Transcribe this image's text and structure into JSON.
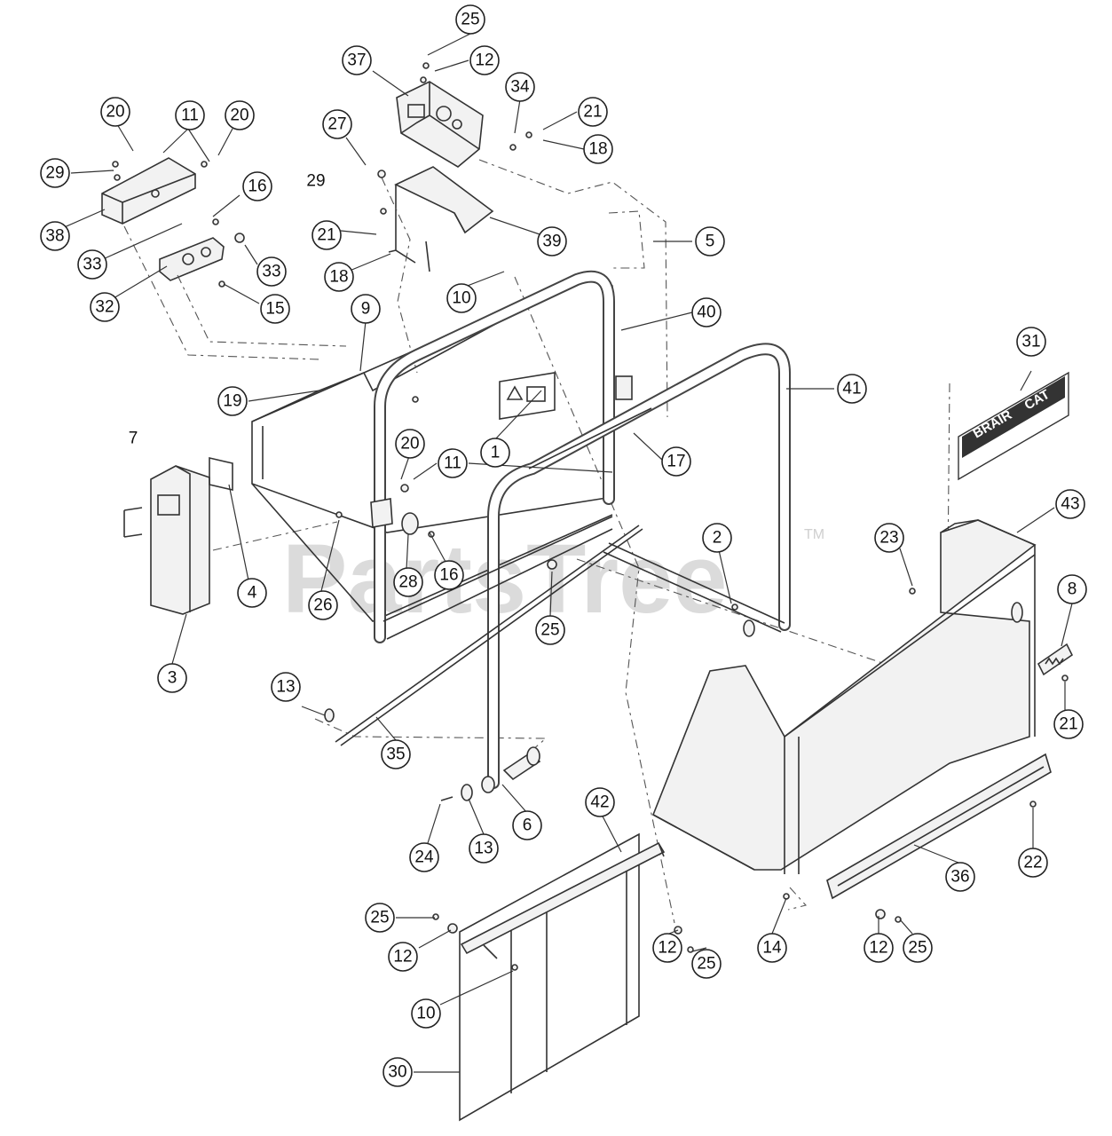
{
  "watermark": {
    "text": "PartsTree",
    "trademark": "TM"
  },
  "decal_31": {
    "line1": "BRAIR",
    "line2": "CAT"
  },
  "callouts": {
    "c25a": "25",
    "c12a": "12",
    "c37": "37",
    "c34": "34",
    "c21a": "21",
    "c18a": "18",
    "c20a": "20",
    "c11a": "11",
    "c20b": "20",
    "c27": "27",
    "c29a": "29",
    "c29b": "29",
    "c16a": "16",
    "c38": "38",
    "c33a": "33",
    "c33b": "33",
    "c32": "32",
    "c15": "15",
    "c21b": "21",
    "c18b": "18",
    "c39": "39",
    "c5": "5",
    "c10a": "10",
    "c40": "40",
    "c9": "9",
    "c19": "19",
    "c41": "41",
    "c31": "31",
    "c7": "7",
    "c1": "1",
    "c20c": "20",
    "c11b": "11",
    "c17": "17",
    "c43": "43",
    "c23": "23",
    "c2": "2",
    "c8": "8",
    "c4": "4",
    "c28": "28",
    "c16b": "16",
    "c26": "26",
    "c25b": "25",
    "c3": "3",
    "c21c": "21",
    "c13a": "13",
    "c35": "35",
    "c42": "42",
    "c6": "6",
    "c24": "24",
    "c13b": "13",
    "c36": "36",
    "c22": "22",
    "c25c": "25",
    "c12b": "12",
    "c12c": "12",
    "c25d": "25",
    "c14": "14",
    "c12d": "12",
    "c25e": "25",
    "c10b": "10",
    "c30": "30"
  }
}
